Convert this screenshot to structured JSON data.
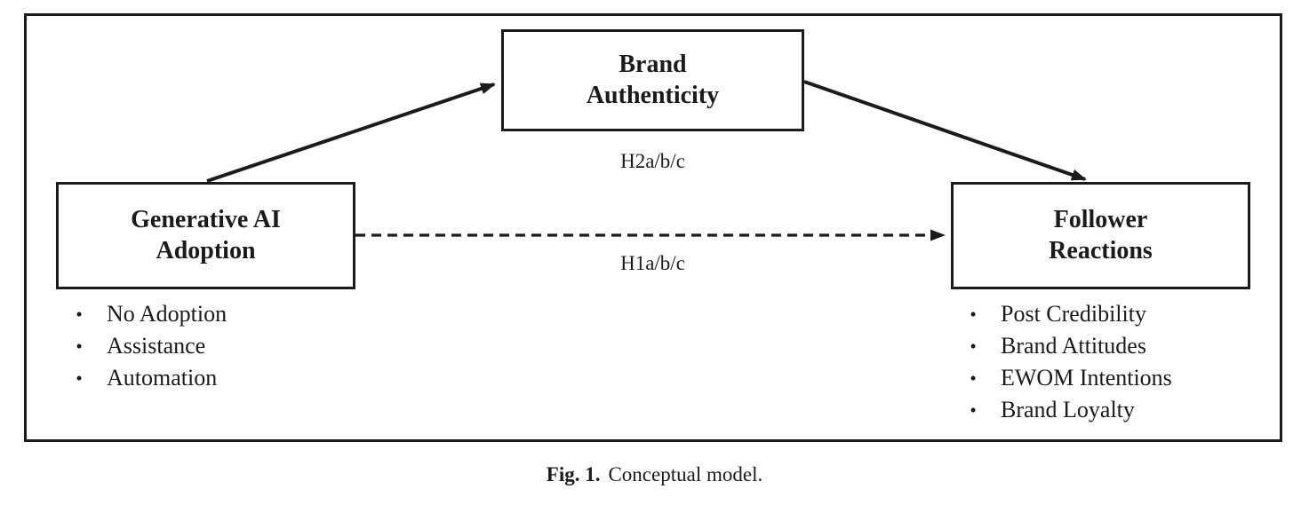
{
  "boxes": {
    "top": {
      "line1": "Brand",
      "line2": "Authenticity"
    },
    "left": {
      "line1": "Generative AI",
      "line2": "Adoption"
    },
    "right": {
      "line1": "Follower",
      "line2": "Reactions"
    }
  },
  "bullets": {
    "left": [
      "No Adoption",
      "Assistance",
      "Automation"
    ],
    "right": [
      "Post Credibility",
      "Brand Attitudes",
      "EWOM Intentions",
      "Brand Loyalty"
    ],
    "marker": "•"
  },
  "hypothesis_labels": {
    "h2": "H2a/b/c",
    "h1": "H1a/b/c"
  },
  "edges": [
    {
      "from": "generative-ai-adoption",
      "to": "brand-authenticity",
      "style": "solid"
    },
    {
      "from": "brand-authenticity",
      "to": "follower-reactions",
      "style": "solid"
    },
    {
      "from": "generative-ai-adoption",
      "to": "follower-reactions",
      "style": "dashed",
      "label": "H1a/b/c"
    }
  ],
  "caption": {
    "label": "Fig. 1.",
    "text": "Conceptual model."
  },
  "colors": {
    "ink": "#1b1b1b",
    "background": "#ffffff"
  }
}
